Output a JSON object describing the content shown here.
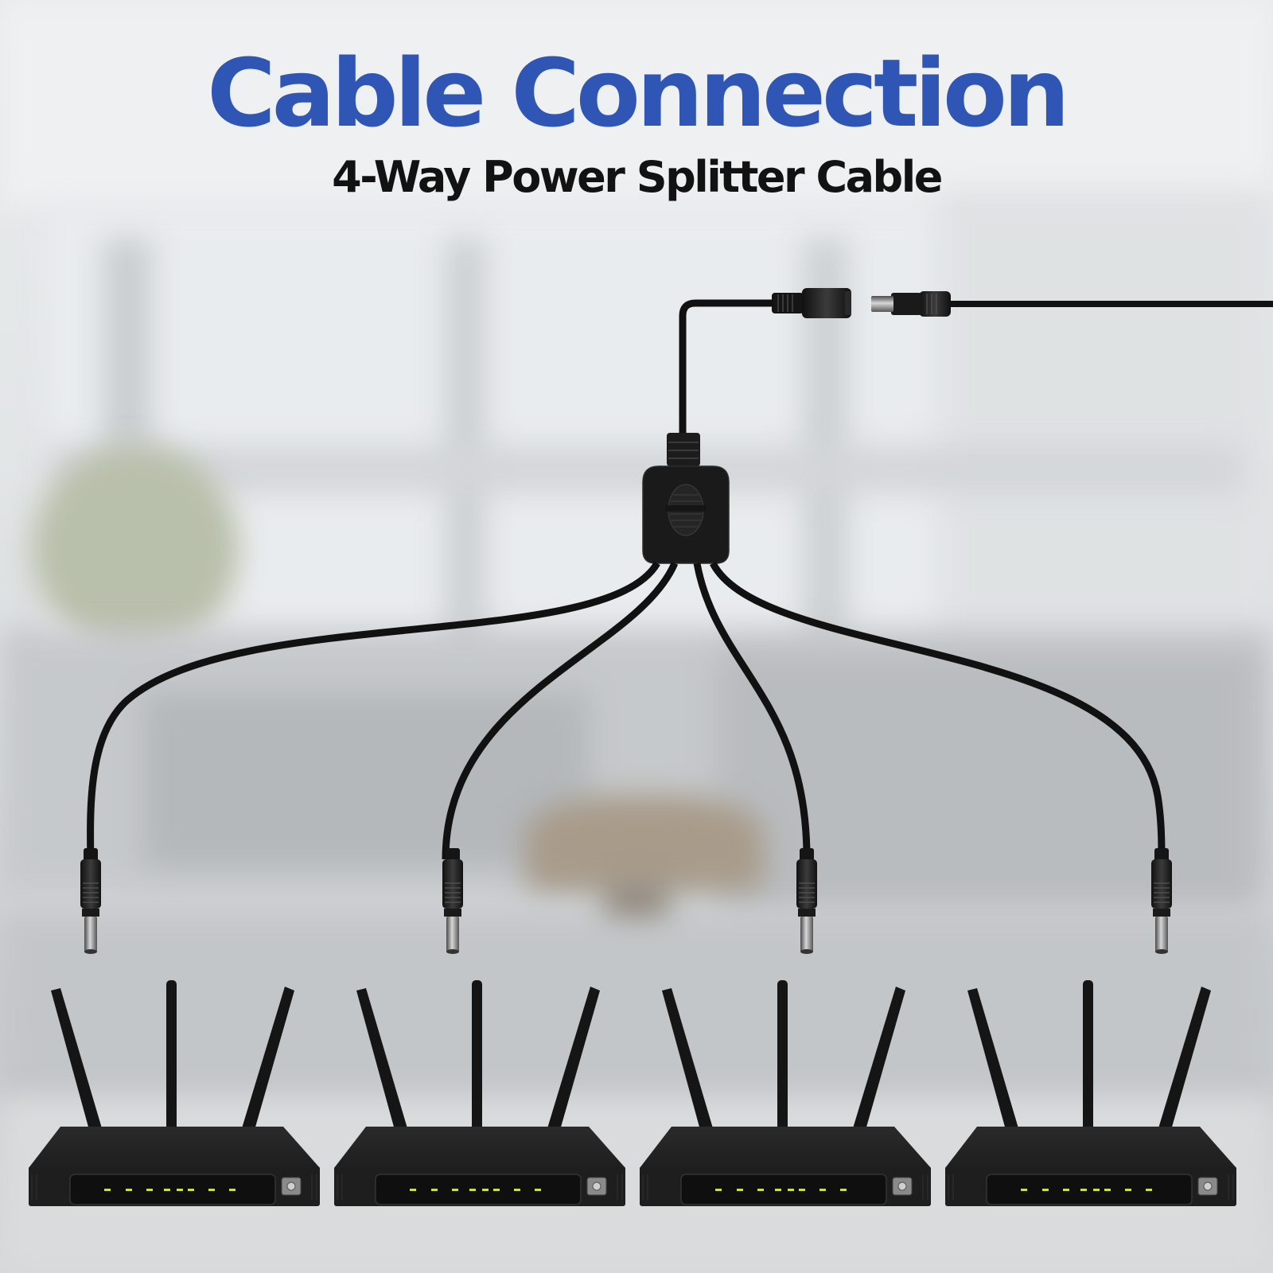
{
  "header": {
    "title": "Cable Connection",
    "subtitle": "4-Way Power Splitter Cable"
  },
  "colors": {
    "title": "#2f56b5",
    "subtitle": "#121212",
    "cable": "#111111",
    "router_body": "#1b1b1b",
    "router_led": "#c8e04a"
  },
  "icons": {
    "splitter": "splitter-hub-icon",
    "dc_male": "dc-male-plug-icon",
    "dc_female": "dc-female-jack-icon",
    "router": "wifi-router-icon"
  },
  "routers_count": 4
}
